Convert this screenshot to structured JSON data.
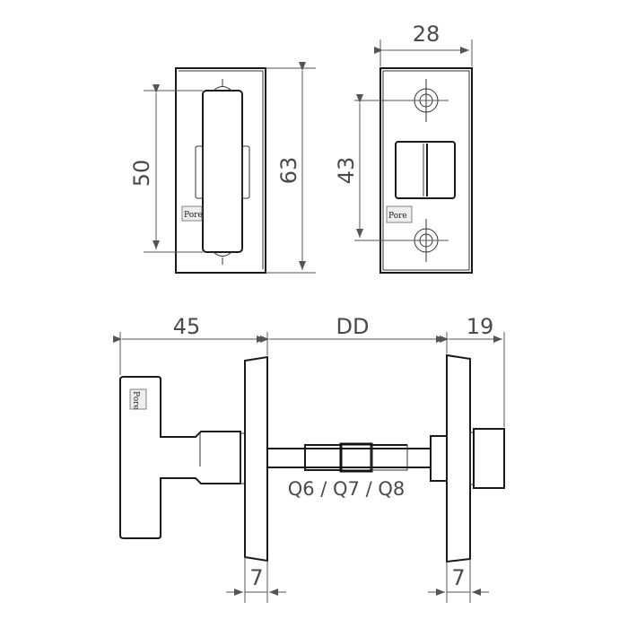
{
  "diagram": {
    "type": "technical-drawing",
    "subject": "bathroom lock thumb-turn and release set",
    "views": {
      "front_view_thumbturn": {
        "dimensions": {
          "height_outer": "63",
          "height_inner": "50"
        },
        "logo": "Pore"
      },
      "front_view_release": {
        "dimensions": {
          "width": "28",
          "hole_spacing": "43"
        },
        "logo": "Pore"
      },
      "side_view": {
        "dimensions": {
          "knob_length": "45",
          "door_thickness": "DD",
          "release_length": "19",
          "rose_left_thickness": "7",
          "rose_right_thickness": "7"
        },
        "spindle_label": "Q6 / Q7 / Q8",
        "logo": "Pore"
      }
    },
    "colors": {
      "line": "#1a1a1a",
      "dimension": "#555555",
      "text": "#4a4a4a",
      "background": "#ffffff"
    }
  }
}
